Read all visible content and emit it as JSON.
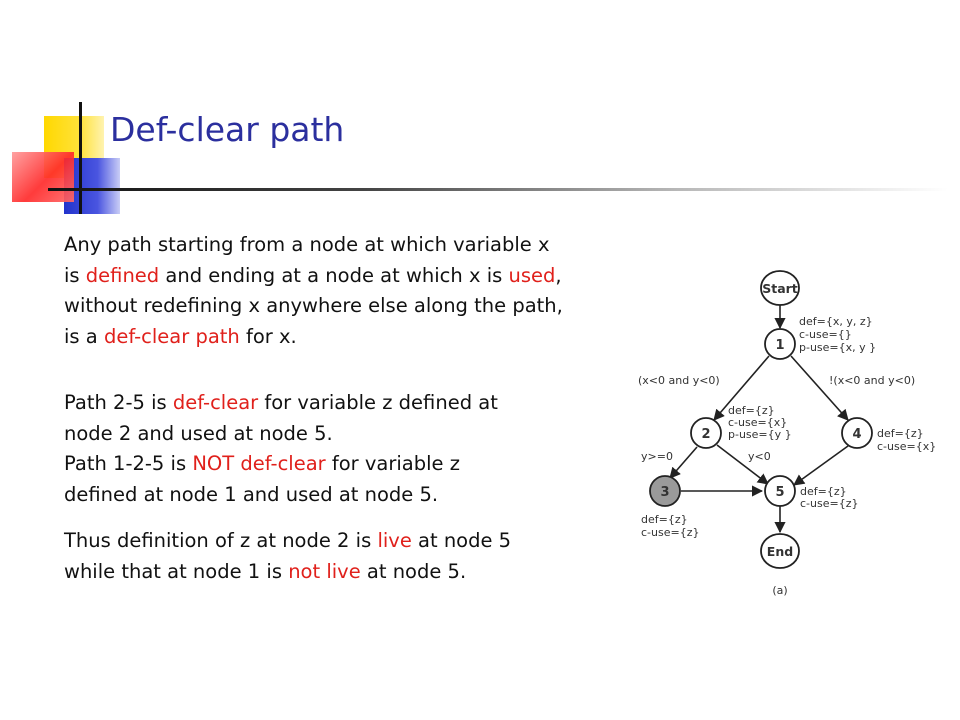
{
  "slide": {
    "title": "Def-clear  path",
    "p1": [
      {
        "t": "Any path starting from a node at which variable x"
      },
      {
        "t": "is "
      },
      {
        "t": "defined",
        "hl": true
      },
      {
        "t": " and ending at a node at which x is "
      },
      {
        "t": "used",
        "hl": true
      },
      {
        "t": ","
      },
      {
        "t": "without redefining x anywhere else along the path,"
      },
      {
        "t": "is a "
      },
      {
        "t": "def-clear path",
        "hl": true
      },
      {
        "t": " for x."
      }
    ],
    "p2": [
      {
        "t": "Path 2-5 is "
      },
      {
        "t": "def-clear",
        "hl": true
      },
      {
        "t": " for variable z defined at"
      },
      {
        "t": "node 2 and used at node 5."
      },
      {
        "t": "Path 1-2-5 is "
      },
      {
        "t": "NOT def-clear",
        "hl": true
      },
      {
        "t": " for variable z"
      },
      {
        "t": "defined at node 1 and used at node 5."
      }
    ],
    "p3": [
      {
        "t": "Thus definition of z at node 2 is "
      },
      {
        "t": "live",
        "hl": true
      },
      {
        "t": " at node 5"
      },
      {
        "t": "while that at node 1 is "
      },
      {
        "t": "not live",
        "hl": true
      },
      {
        "t": " at node 5."
      }
    ]
  },
  "diagram": {
    "nodes": {
      "start": "Start",
      "n1": "1",
      "n2": "2",
      "n3": "3",
      "n4": "4",
      "n5": "5",
      "end": "End"
    },
    "annotations": {
      "n1_def": "def={x, y, z}",
      "n1_cuse": "c-use={}",
      "n1_puse": "p-use={x, y }",
      "n2_def": "def={z}",
      "n2_cuse": "c-use={x}",
      "n2_puse": "p-use={y }",
      "n4_def": "def={z}",
      "n4_cuse": "c-use={x}",
      "n5_def": "def={z}",
      "n5_cuse": "c-use={z}",
      "n3_def": "def={z}",
      "n3_cuse": "c-use={z}"
    },
    "edges": {
      "e12": "(x<0 and y<0)",
      "e14": "!(x<0 and y<0)",
      "e23": "y>=0",
      "e25": "y<0"
    },
    "caption": "(a)"
  }
}
